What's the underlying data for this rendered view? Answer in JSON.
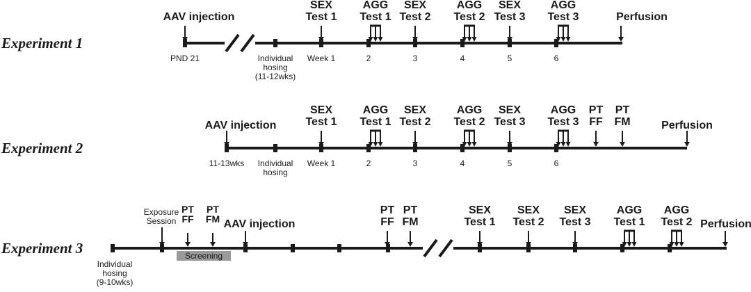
{
  "experiments": [
    {
      "title": "Experiment 1",
      "events": [
        {
          "id": "aav",
          "lines": [
            "AAV injection"
          ]
        },
        {
          "id": "sex1",
          "lines": [
            "SEX",
            "Test 1"
          ]
        },
        {
          "id": "agg1",
          "lines": [
            "AGG",
            "Test 1"
          ]
        },
        {
          "id": "sex2",
          "lines": [
            "SEX",
            "Test 2"
          ]
        },
        {
          "id": "agg2",
          "lines": [
            "AGG",
            "Test 2"
          ]
        },
        {
          "id": "sex3",
          "lines": [
            "SEX",
            "Test 3"
          ]
        },
        {
          "id": "agg3",
          "lines": [
            "AGG",
            "Test 3"
          ]
        },
        {
          "id": "perf",
          "lines": [
            "Perfusion"
          ]
        }
      ],
      "ticks": [
        {
          "lines": [
            "PND 21"
          ]
        },
        {
          "lines": [
            "Individual",
            "hosing",
            "(11-12wks)"
          ]
        },
        {
          "lines": [
            "Week 1"
          ]
        },
        {
          "lines": [
            "2"
          ]
        },
        {
          "lines": [
            "3"
          ]
        },
        {
          "lines": [
            "4"
          ]
        },
        {
          "lines": [
            "5"
          ]
        },
        {
          "lines": [
            "6"
          ]
        }
      ]
    },
    {
      "title": "Experiment 2",
      "events": [
        {
          "id": "aav",
          "lines": [
            "AAV injection"
          ]
        },
        {
          "id": "sex1",
          "lines": [
            "SEX",
            "Test 1"
          ]
        },
        {
          "id": "agg1",
          "lines": [
            "AGG",
            "Test 1"
          ]
        },
        {
          "id": "sex2",
          "lines": [
            "SEX",
            "Test 2"
          ]
        },
        {
          "id": "agg2",
          "lines": [
            "AGG",
            "Test 2"
          ]
        },
        {
          "id": "sex3",
          "lines": [
            "SEX",
            "Test 3"
          ]
        },
        {
          "id": "agg3",
          "lines": [
            "AGG",
            "Test 3"
          ]
        },
        {
          "id": "ptff",
          "lines": [
            "PT",
            "FF"
          ]
        },
        {
          "id": "ptfm",
          "lines": [
            "PT",
            "FM"
          ]
        },
        {
          "id": "perf",
          "lines": [
            "Perfusion"
          ]
        }
      ],
      "ticks": [
        {
          "lines": [
            "11-13wks"
          ]
        },
        {
          "lines": [
            "Individual",
            "hosing"
          ]
        },
        {
          "lines": [
            "Week 1"
          ]
        },
        {
          "lines": [
            "2"
          ]
        },
        {
          "lines": [
            "3"
          ]
        },
        {
          "lines": [
            "4"
          ]
        },
        {
          "lines": [
            "5"
          ]
        },
        {
          "lines": [
            "6"
          ]
        }
      ]
    },
    {
      "title": "Experiment 3",
      "events": [
        {
          "id": "expo",
          "lines": [
            "Exposure",
            "Session"
          ]
        },
        {
          "id": "ptff_a",
          "lines": [
            "PT",
            "FF"
          ]
        },
        {
          "id": "ptfm_a",
          "lines": [
            "PT",
            "FM"
          ]
        },
        {
          "id": "aav",
          "lines": [
            "AAV injection"
          ]
        },
        {
          "id": "ptff_b",
          "lines": [
            "PT",
            "FF"
          ]
        },
        {
          "id": "ptfm_b",
          "lines": [
            "PT",
            "FM"
          ]
        },
        {
          "id": "sex1",
          "lines": [
            "SEX",
            "Test 1"
          ]
        },
        {
          "id": "sex2",
          "lines": [
            "SEX",
            "Test 2"
          ]
        },
        {
          "id": "sex3",
          "lines": [
            "SEX",
            "Test 3"
          ]
        },
        {
          "id": "agg1",
          "lines": [
            "AGG",
            "Test 1"
          ]
        },
        {
          "id": "agg2",
          "lines": [
            "AGG",
            "Test 2"
          ]
        },
        {
          "id": "perf",
          "lines": [
            "Perfusion"
          ]
        }
      ],
      "ticks": [
        {
          "lines": [
            "Individual",
            "hosing",
            "(9-10wks)"
          ]
        }
      ],
      "screening_label": "Screening"
    }
  ],
  "colors": {
    "ink": "#1a1a1a",
    "screening_fill": "#9a9a9a"
  }
}
